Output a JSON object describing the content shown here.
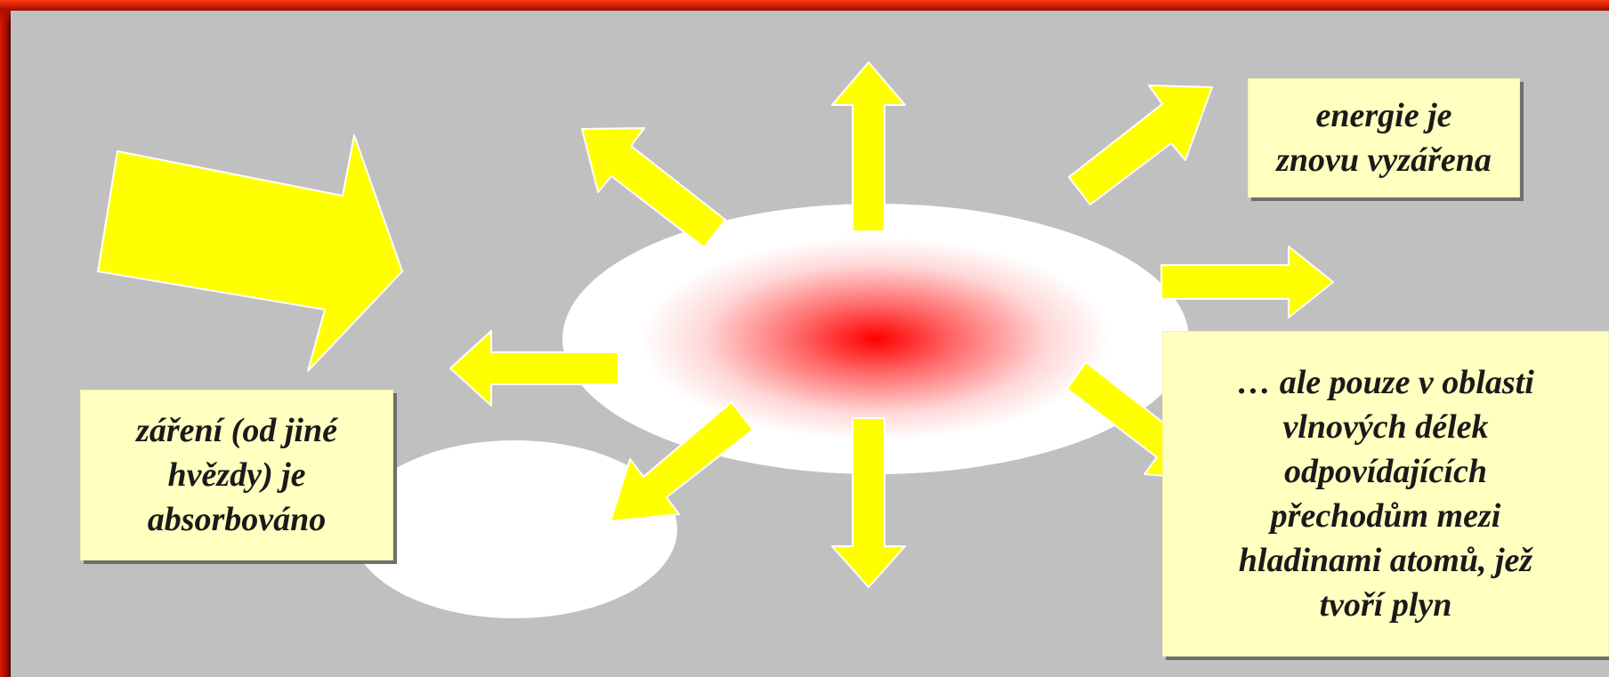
{
  "labels": {
    "absorbed": "záření (od jiné\nhvězdy) je\nabsorbováno",
    "reemitted": "energie je\nznovu vyzářena",
    "only_lines": "… ale pouze v oblasti\nvlnových délek\nodpovídajících\npřechodům mezi\nhladinami atomů, jež\ntvoří plyn"
  },
  "colors": {
    "background": "#c0c0c0",
    "arrow": "#ffff00",
    "label_fill": "#ffffc0",
    "cloud_center": "#ff0000",
    "cloud_edge": "#ffffff",
    "frame_accent": "#e01a00"
  },
  "icons": {
    "incoming_radiation": "large-arrow-icon",
    "emission": "arrow-icon",
    "gas_cloud": "ellipse-gradient",
    "shadow_cloud": "white-ellipse"
  }
}
